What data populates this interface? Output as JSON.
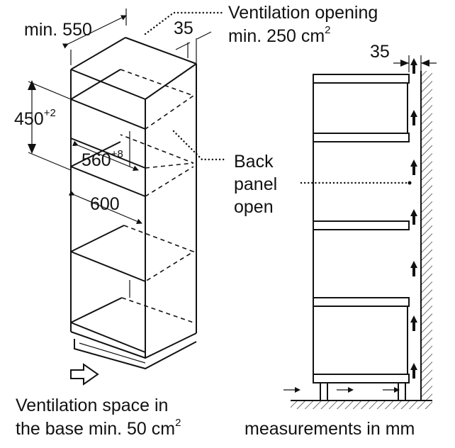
{
  "labels": {
    "min_width": "min. 550",
    "vent_opening_line1": "Ventilation opening",
    "vent_opening_line2": "min. 250 cm",
    "vent_opening_sup": "2",
    "gap_top": "35",
    "gap_side": "35",
    "height_main": "450",
    "height_sup": "+2",
    "width_inner": "560",
    "width_inner_sup": "+8",
    "depth": "600",
    "back_panel_line1": "Back",
    "back_panel_line2": "panel",
    "back_panel_line3": "open",
    "base_line1": "Ventilation space in",
    "base_line2": "the base min. 50 cm",
    "base_sup": "2",
    "units_note": "measurements in mm"
  },
  "icons": {
    "air_flow": "arrow-up-icon",
    "intake": "hollow-arrow-icon"
  }
}
